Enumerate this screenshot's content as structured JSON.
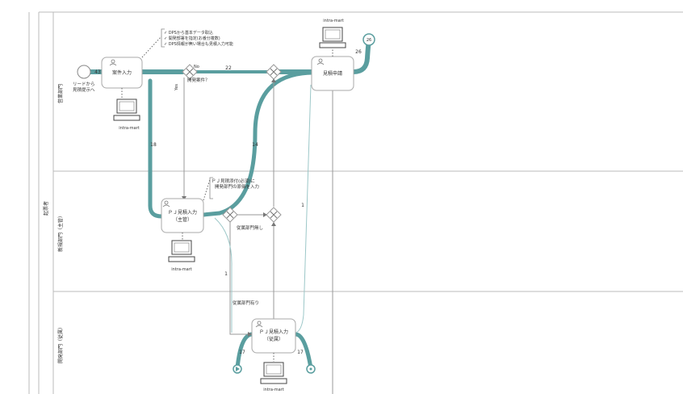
{
  "pool": {
    "label": "起票者"
  },
  "lanes": [
    {
      "id": "eigyo",
      "label": "営業部門"
    },
    {
      "id": "shinki",
      "label": "新規部門（主管）"
    },
    {
      "id": "kaihatsu",
      "label": "開発部門（従属）"
    }
  ],
  "tasks": {
    "anken": {
      "label": "案件入力"
    },
    "mitsumori_shinsei": {
      "label": "見積申請"
    },
    "pj_main": {
      "label_line1": "ＰＪ見積入力",
      "label_line2": "（主管）"
    },
    "pj_sub": {
      "label_line1": "ＰＪ見積入力",
      "label_line2": "（従属）"
    }
  },
  "systems": {
    "sys1": "intra-mart",
    "sys2": "intra-mart",
    "sys3": "intra-mart",
    "sys4": "intra-mart"
  },
  "annotations": {
    "note1": [
      "✓ DPSから基本データ取込",
      "✓ 開発部署を指定(お番分複数)",
      "✓ DPS情報が無い場合も見積入力可能"
    ],
    "note2": [
      "ＰＪ見積添付(必須)に",
      "開発部門の原価を入力"
    ],
    "start_note": [
      "リードから",
      "見積提示へ"
    ]
  },
  "gateways": {
    "g1": "開発案件？",
    "g3": "従属部門無し",
    "g4": "従属部門有り"
  },
  "edge_labels": {
    "yes": "Yes",
    "no": "No"
  },
  "counts": {
    "start": "43",
    "no_branch": "22",
    "yes_branch": "18",
    "to_shinsei": "14",
    "end_count": "26",
    "end_event": "26",
    "thin_right": "1",
    "thin_left": "1",
    "sub_in": "17",
    "sub_out": "17"
  }
}
